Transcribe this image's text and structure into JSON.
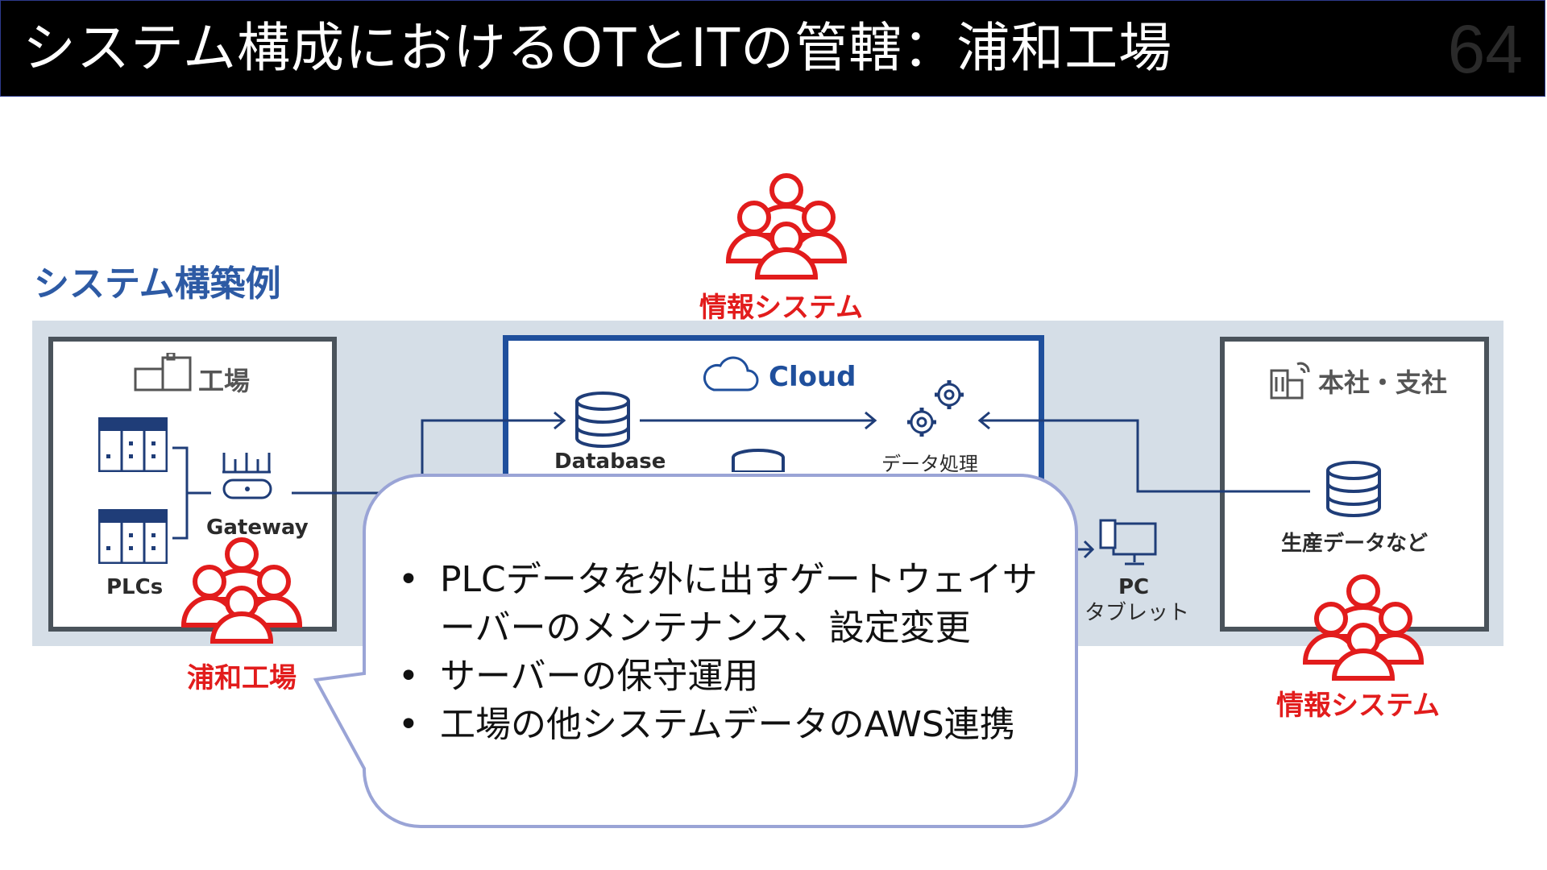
{
  "slide": {
    "title": "システム構成におけるOTとITの管轄：浦和工場",
    "page_number": "64"
  },
  "diagram": {
    "section_heading": "システム構築例",
    "factory": {
      "title": "工場",
      "plcs_label": "PLCs",
      "gateway_label": "Gateway"
    },
    "cloud": {
      "title": "Cloud",
      "database_label": "Database",
      "processing_label": "データ処理"
    },
    "office": {
      "title": "本社・支社",
      "data_label": "生産データなど"
    },
    "client": {
      "pc_label": "PC",
      "tablet_label": "タブレット"
    },
    "groups": {
      "top": "情報システム",
      "factory": "浦和工場",
      "office": "情報システム"
    },
    "accent_red": "#e21c1c",
    "accent_blue": "#1f4f9c"
  },
  "callout": {
    "items": [
      "PLCデータを外に出すゲートウェイサーバーのメンテナンス、設定変更",
      "サーバーの保守運用",
      "工場の他システムデータのAWS連携"
    ]
  }
}
